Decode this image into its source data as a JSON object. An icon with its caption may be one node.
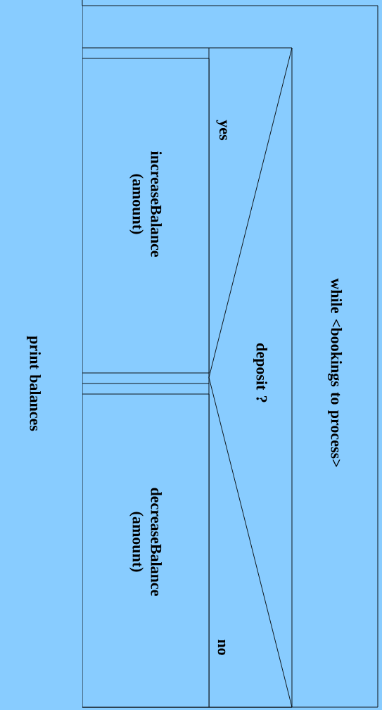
{
  "diagram": {
    "nodes": [
      {
        "text": [
          "while <bookings to process>"
        ]
      },
      {
        "text": [
          "deposit ?",
          "yes",
          "no"
        ],
        "in": 0
      },
      {
        "text": [
          "increaseBalance (amount)"
        ],
        "in": 0
      },
      {
        "text": [
          "decreaseBalance (amount)"
        ],
        "in": 0
      },
      {
        "text": [
          "print balances"
        ]
      }
    ]
  }
}
